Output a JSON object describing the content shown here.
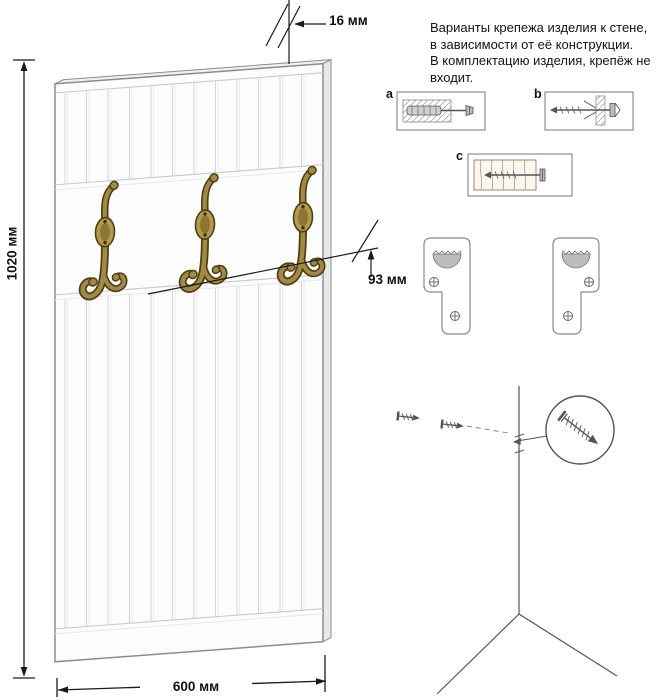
{
  "note": {
    "lines": [
      "Варианты крепежа изделия к стене,",
      "в зависимости от её конструкции.",
      "В комплектацию изделия, крепёж не",
      "входит."
    ]
  },
  "dimensions": {
    "height": "1020 мм",
    "width": "600 мм",
    "thickness": "16 мм",
    "hook_offset": "93 мм"
  },
  "fastener_options": [
    {
      "label": "a"
    },
    {
      "label": "b"
    },
    {
      "label": "c"
    }
  ],
  "panel": {
    "hook_count": "3"
  },
  "colors": {
    "panel_face": "#fcfcfc",
    "panel_edge": "#8c8c8c",
    "groove": "#d3d3d3",
    "hook_bronze": "#a08a45",
    "hook_dark": "#4f3f12",
    "dim_line": "#1a1a1a",
    "bracket_fill": "#bdbdbd",
    "drawing_line": "#555555"
  }
}
